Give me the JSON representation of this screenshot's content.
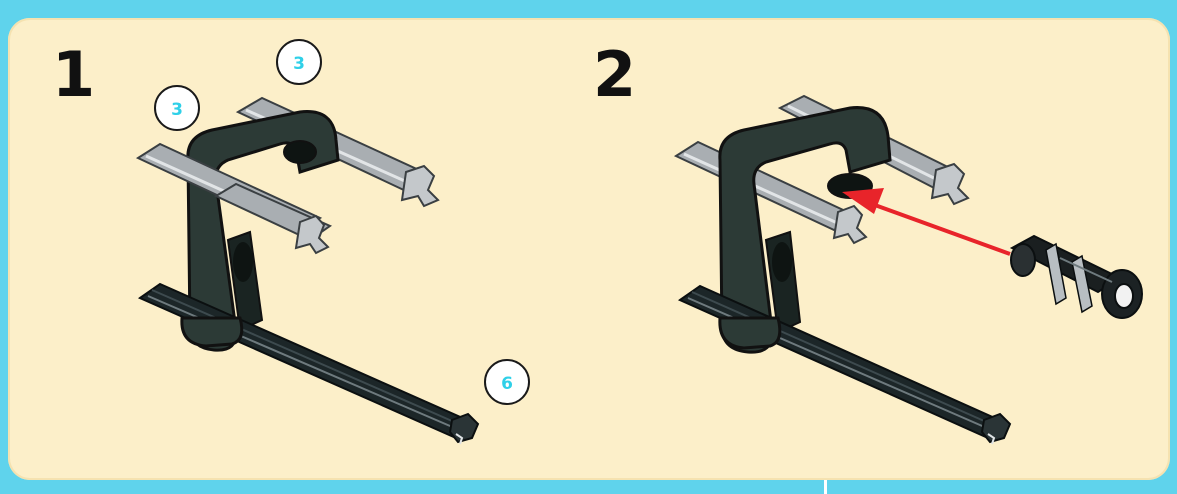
{
  "colors": {
    "background": "#5fd3ec",
    "panel": "#fcefc9",
    "axle_grey": "#a9aeb2",
    "axle_black": "#1c2628",
    "connector": "#2c3a36",
    "arrow": "#e8242a",
    "qty_badge_text": "#2fd0e8"
  },
  "steps": [
    {
      "number": "1",
      "parts": [
        {
          "icon": "grey-axle-icon",
          "quantity": "3"
        },
        {
          "icon": "grey-axle-icon",
          "quantity": "3"
        },
        {
          "icon": "black-axle-icon",
          "quantity": "6"
        }
      ]
    },
    {
      "number": "2",
      "action": {
        "icon": "insert-arrow-icon",
        "part": "black-friction-pin-icon"
      }
    }
  ]
}
